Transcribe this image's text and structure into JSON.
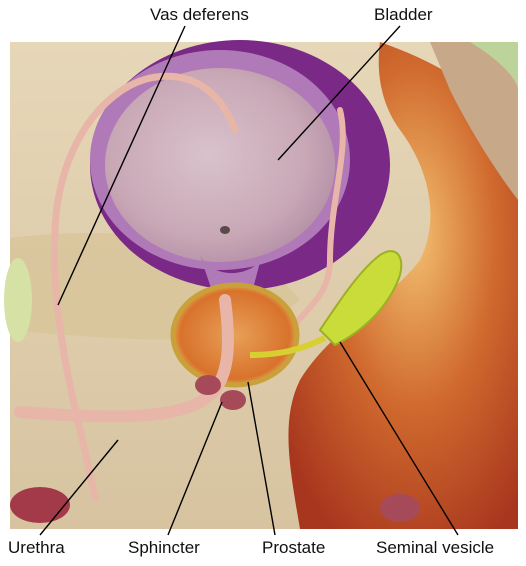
{
  "labels": {
    "vas_deferens": "Vas deferens",
    "bladder": "Bladder",
    "urethra": "Urethra",
    "sphincter": "Sphincter",
    "prostate": "Prostate",
    "seminal_vesicle": "Seminal vesicle"
  },
  "colors": {
    "background_tissue": "#e3d2ad",
    "bladder_wall": "#7a2a86",
    "bladder_interior": "#c9a8b6",
    "prostate": "#e0802a",
    "seminal_vesicle": "#c9dc3a",
    "rectum": "#c2562a",
    "urethra_tube": "#e8b6a8",
    "leader_line": "#000000"
  }
}
